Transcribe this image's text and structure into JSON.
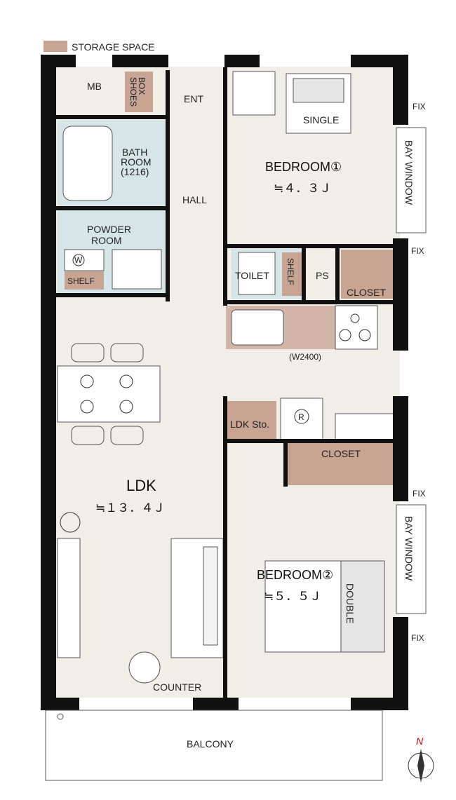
{
  "legend": {
    "label": "STORAGE SPACE",
    "swatch_color": "#c8a493"
  },
  "colors": {
    "wall": "#111111",
    "floor": "#f0eee6",
    "water_room": "#d6e6e8",
    "storage": "#c8a493",
    "fixture": "#ffffff"
  },
  "rooms": {
    "mb": "MB",
    "shoes_box": [
      "SHOES",
      "BOX"
    ],
    "entrance": "ENT",
    "bathroom": [
      "BATH",
      "ROOM",
      "(1216)"
    ],
    "hall": "HALL",
    "powder_room": [
      "POWDER",
      "ROOM"
    ],
    "washer_mark": "W",
    "shelf_powder": "SHELF",
    "toilet": "TOILET",
    "shelf_toilet": "SHELF",
    "ps": "PS",
    "closet_1": "CLOSET",
    "bedroom1": {
      "name": "BEDROOM①",
      "area": "≒４．３Ｊ",
      "bed": "SINGLE"
    },
    "kitchen_width": "(W2400)",
    "ldk_storage": "LDK Sto.",
    "fridge_mark": "R",
    "closet_2": "CLOSET",
    "ldk": {
      "name": "LDK",
      "area": "≒１３．４Ｊ"
    },
    "bedroom2": {
      "name": "BEDROOM②",
      "area": "≒５．５Ｊ",
      "bed": "DOUBLE"
    },
    "counter": "COUNTER",
    "balcony": "BALCONY"
  },
  "windows": {
    "bay1": "BAY WINDOW",
    "bay2": "BAY WINDOW",
    "fix1_top": "FIX",
    "fix1_bottom": "FIX",
    "fix2_top": "FIX",
    "fix2_bottom": "FIX"
  },
  "compass": {
    "north": "N"
  }
}
